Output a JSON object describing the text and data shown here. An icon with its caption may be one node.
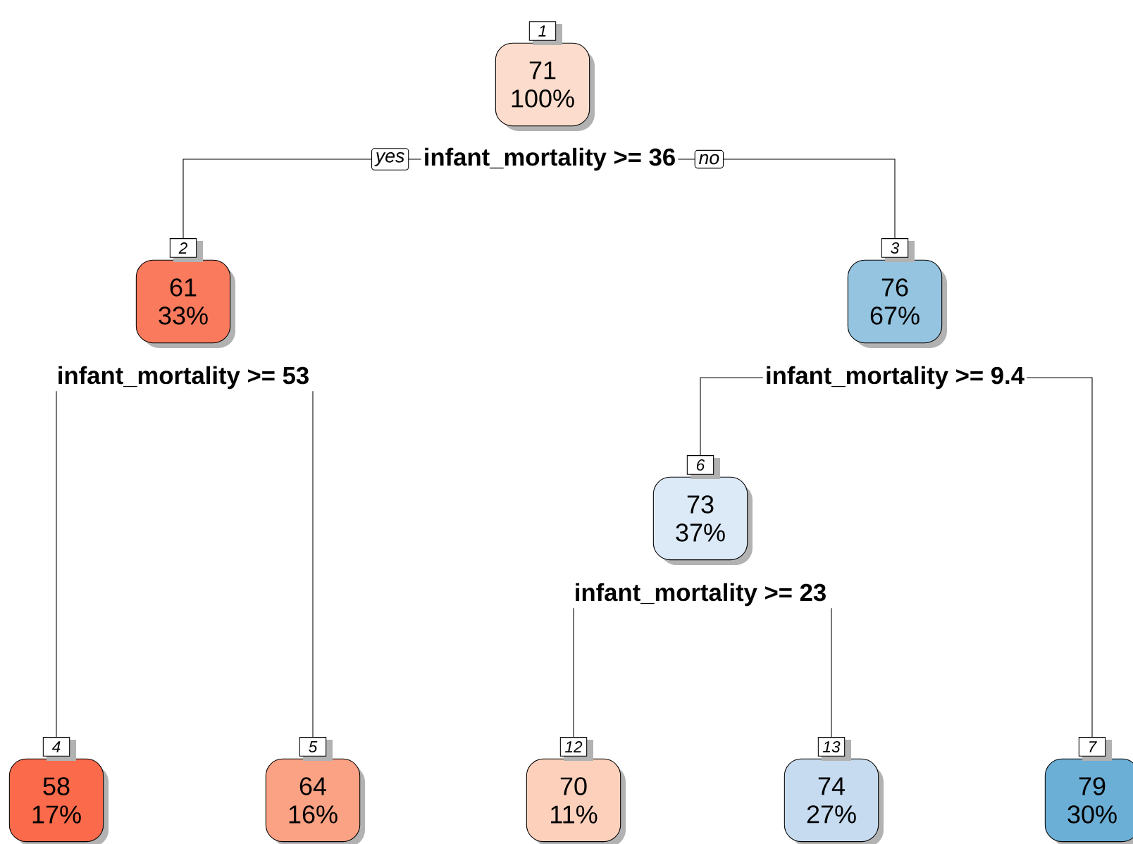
{
  "diagram": {
    "nodes": [
      {
        "text": [
          "71",
          "100%"
        ],
        "beside": [
          "1"
        ]
      },
      {
        "text": [
          "infant_mortality >= 36"
        ]
      },
      {
        "text": [
          "61",
          "33%"
        ],
        "beside": [
          "2"
        ]
      },
      {
        "text": [
          "76",
          "67%"
        ],
        "beside": [
          "3"
        ]
      },
      {
        "text": [
          "infant_mortality >= 53"
        ]
      },
      {
        "text": [
          "infant_mortality >= 9.4"
        ]
      },
      {
        "text": [
          "73",
          "37%"
        ],
        "beside": [
          "6"
        ]
      },
      {
        "text": [
          "infant_mortality >= 23"
        ]
      },
      {
        "text": [
          "58",
          "17%"
        ],
        "beside": [
          "4"
        ]
      },
      {
        "text": [
          "64",
          "16%"
        ],
        "beside": [
          "5"
        ]
      },
      {
        "text": [
          "70",
          "11%"
        ],
        "beside": [
          "12"
        ]
      },
      {
        "text": [
          "74",
          "27%"
        ],
        "beside": [
          "13"
        ]
      },
      {
        "text": [
          "79",
          "30%"
        ],
        "beside": [
          "7"
        ]
      }
    ],
    "edges": [
      {
        "from": 1,
        "to": 2,
        "arrow": "none",
        "label": "yes"
      },
      {
        "from": 1,
        "to": 3,
        "arrow": "none",
        "label": "no"
      },
      {
        "from": 4,
        "to": 8,
        "arrow": "none"
      },
      {
        "from": 4,
        "to": 9,
        "arrow": "none"
      },
      {
        "from": 5,
        "to": 6,
        "arrow": "none"
      },
      {
        "from": 5,
        "to": 12,
        "arrow": "none"
      },
      {
        "from": 7,
        "to": 10,
        "arrow": "none"
      },
      {
        "from": 7,
        "to": 11,
        "arrow": "none"
      }
    ]
  }
}
